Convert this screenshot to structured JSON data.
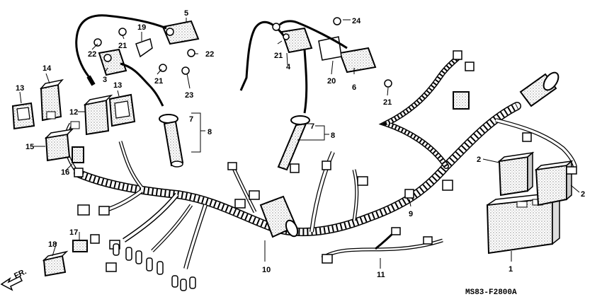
{
  "diagram_code": "MS83-F2800A",
  "direction_label": "FR.",
  "callouts": [
    {
      "id": "c1",
      "text": "1"
    },
    {
      "id": "c2a",
      "text": "2"
    },
    {
      "id": "c2b",
      "text": "2"
    },
    {
      "id": "c3",
      "text": "3"
    },
    {
      "id": "c4",
      "text": "4"
    },
    {
      "id": "c5",
      "text": "5"
    },
    {
      "id": "c6",
      "text": "6"
    },
    {
      "id": "c7a",
      "text": "7"
    },
    {
      "id": "c7b",
      "text": "7"
    },
    {
      "id": "c8a",
      "text": "8"
    },
    {
      "id": "c8b",
      "text": "8"
    },
    {
      "id": "c9",
      "text": "9"
    },
    {
      "id": "c10",
      "text": "10"
    },
    {
      "id": "c11",
      "text": "11"
    },
    {
      "id": "c12",
      "text": "12"
    },
    {
      "id": "c13a",
      "text": "13"
    },
    {
      "id": "c13b",
      "text": "13"
    },
    {
      "id": "c14",
      "text": "14"
    },
    {
      "id": "c15",
      "text": "15"
    },
    {
      "id": "c16",
      "text": "16"
    },
    {
      "id": "c17",
      "text": "17"
    },
    {
      "id": "c18",
      "text": "18"
    },
    {
      "id": "c19",
      "text": "19"
    },
    {
      "id": "c20",
      "text": "20"
    },
    {
      "id": "c21a",
      "text": "21"
    },
    {
      "id": "c21b",
      "text": "21"
    },
    {
      "id": "c21c",
      "text": "21"
    },
    {
      "id": "c21d",
      "text": "21"
    },
    {
      "id": "c22a",
      "text": "22"
    },
    {
      "id": "c22b",
      "text": "22"
    },
    {
      "id": "c23",
      "text": "23"
    },
    {
      "id": "c24",
      "text": "24"
    }
  ]
}
